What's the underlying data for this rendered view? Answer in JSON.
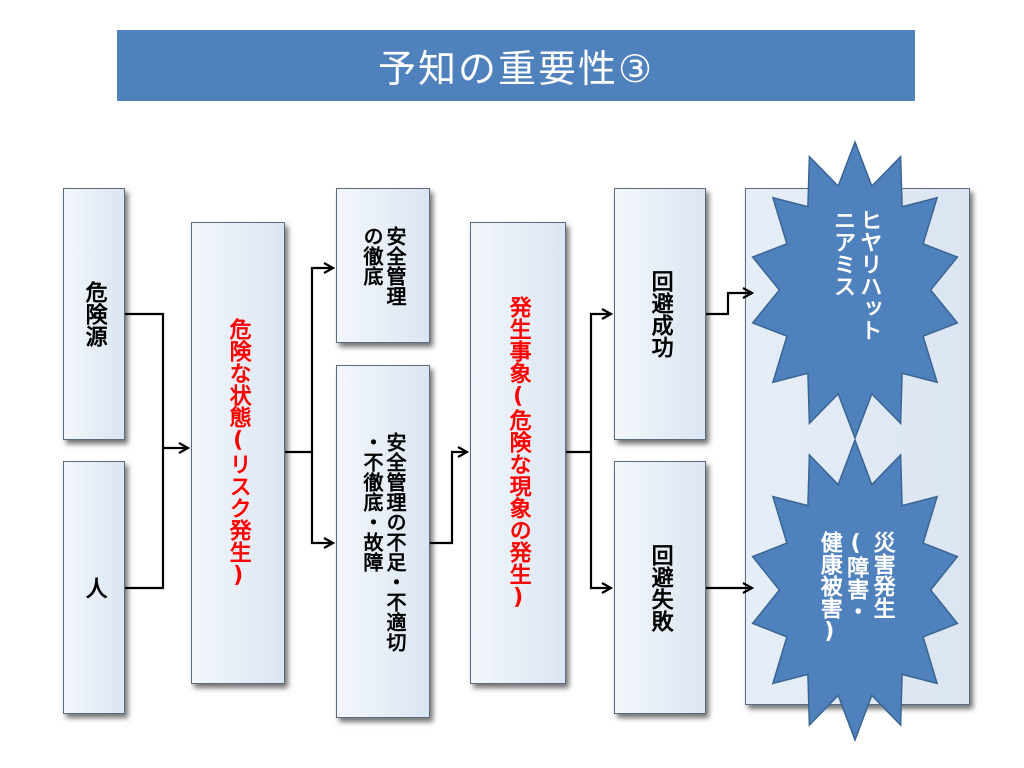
{
  "title": "予知の重要性③",
  "boxes": {
    "hazard_source": "危険源",
    "person": "人",
    "dangerous_state": "危険な状態(リスク発生)",
    "safety_thorough": "安全管理\nの徹底",
    "safety_insufficient": "安全管理の不足・不適切\n・不徹底・故障",
    "occurrence": "発生事象(危険な現象の発生)",
    "avoid_success": "回避成功",
    "avoid_failure": "回避失敗"
  },
  "stars": {
    "near_miss": "ヒヤリハット\nニアミス",
    "disaster": "災害発生\n(障害・\n健康被害)"
  },
  "colors": {
    "title_bg": "#4f81bd",
    "star_fill": "#4f81bd",
    "red_text": "#ff0000"
  }
}
